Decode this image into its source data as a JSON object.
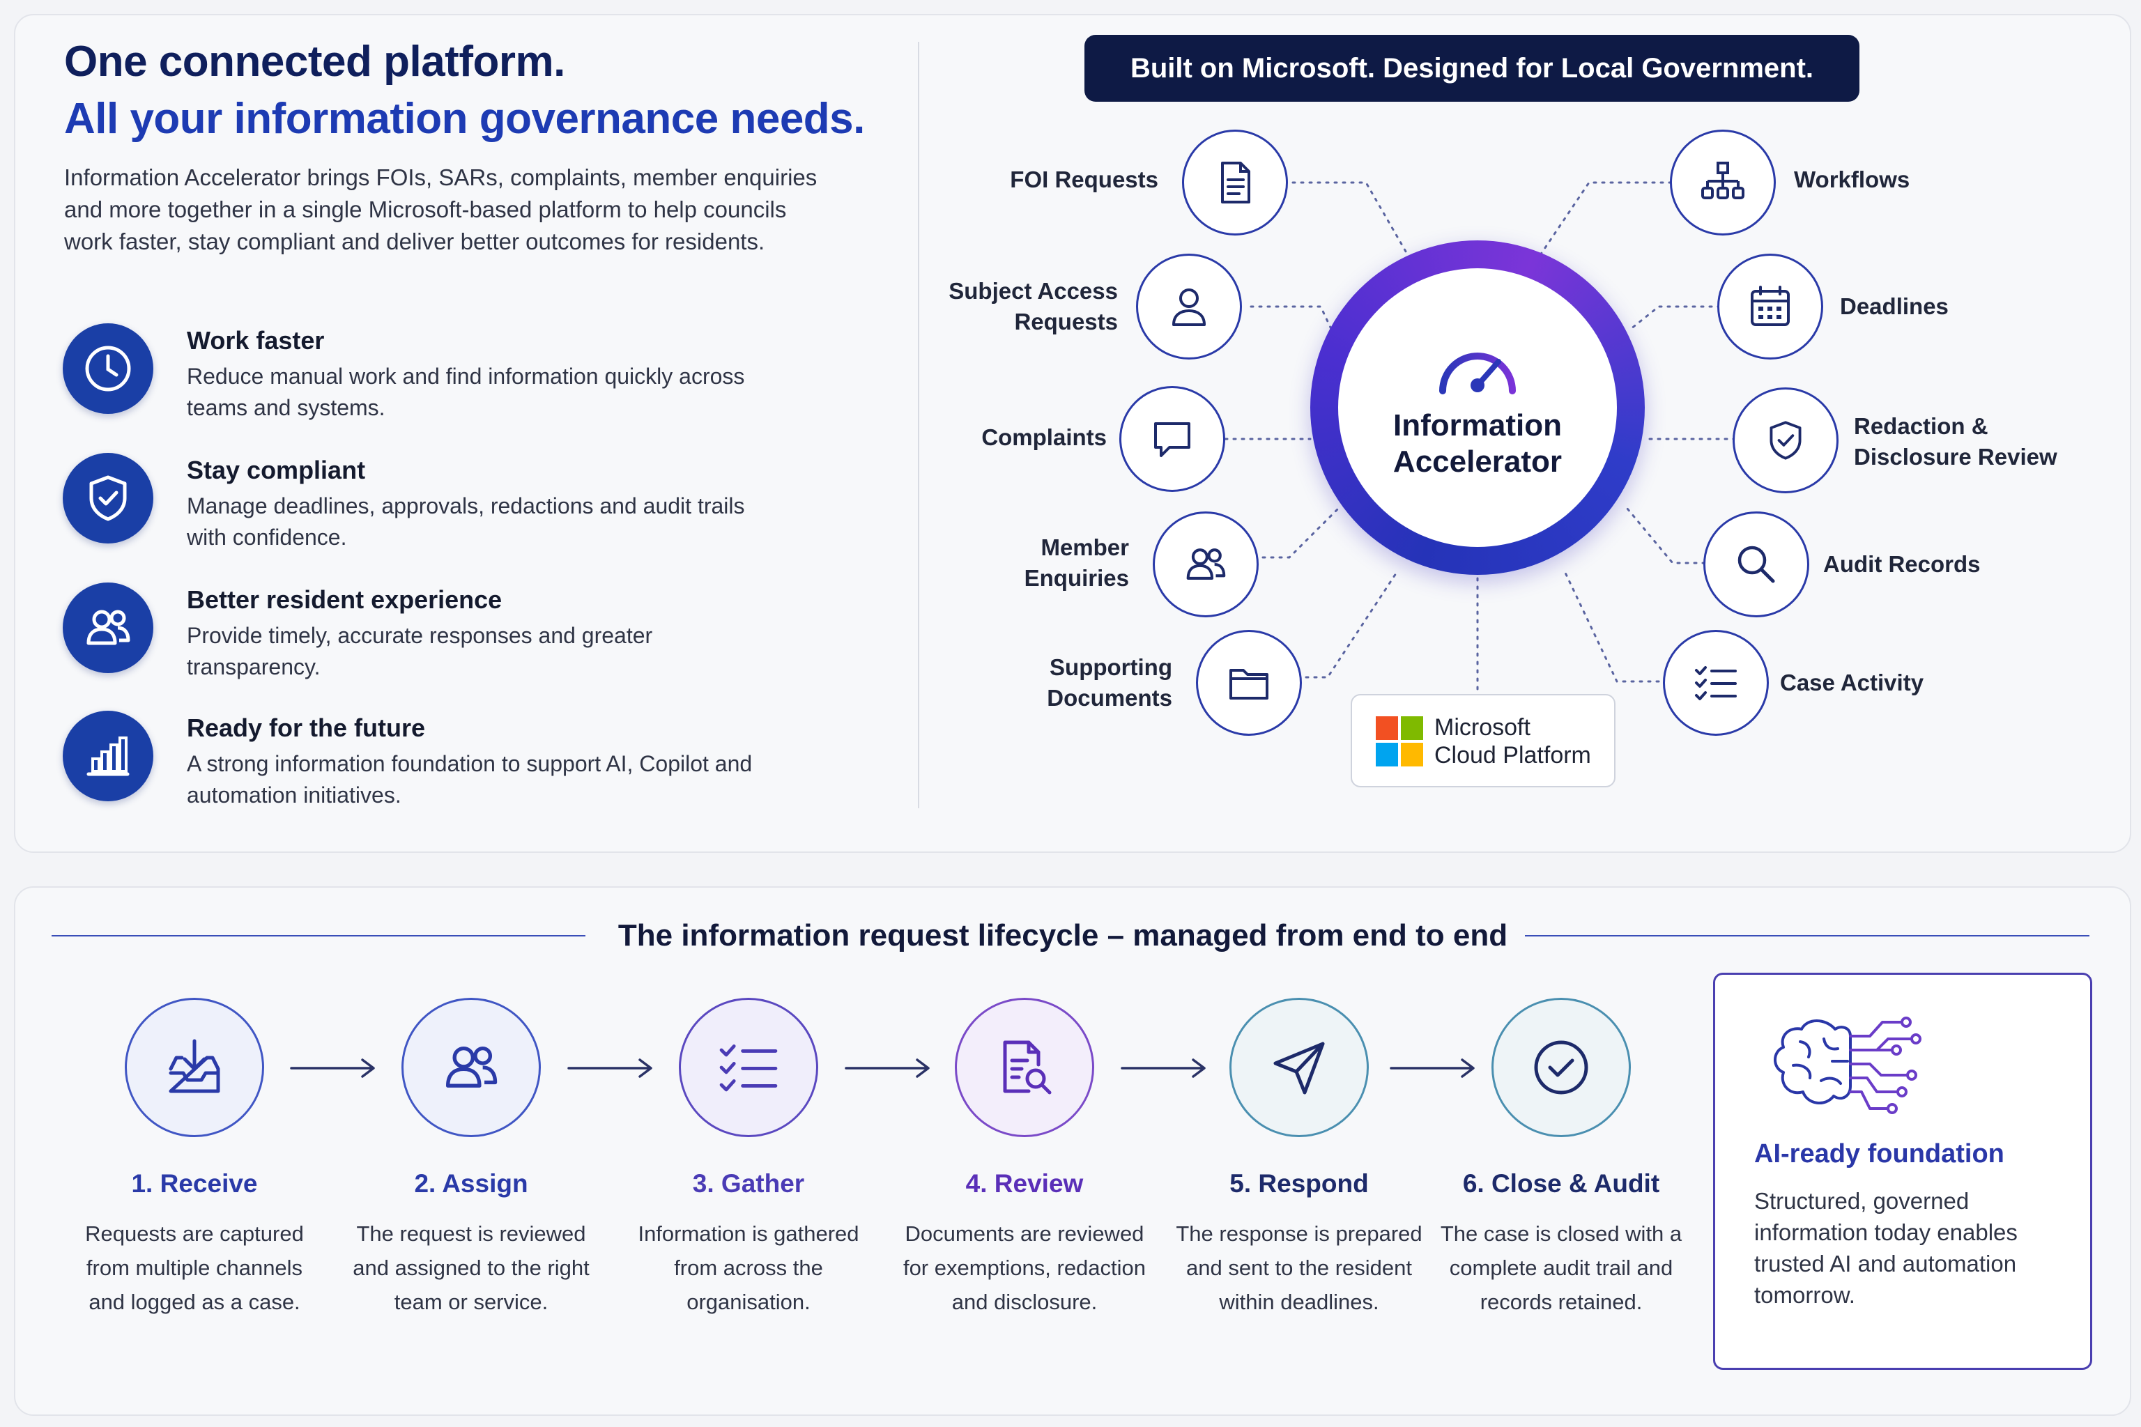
{
  "headline": {
    "line1": "One connected platform.",
    "line2": "All your information governance needs."
  },
  "intro": "Information Accelerator brings FOIs, SARs, complaints, member enquiries and more together in a single Microsoft-based platform to help councils work faster, stay compliant and deliver better outcomes for residents.",
  "benefits": [
    {
      "title": "Work faster",
      "text": "Reduce manual work and find information quickly across teams and systems.",
      "icon": "clock-icon"
    },
    {
      "title": "Stay compliant",
      "text": "Manage deadlines, approvals, redactions and audit trails with confidence.",
      "icon": "shield-check-icon"
    },
    {
      "title": "Better resident experience",
      "text": "Provide timely, accurate responses and greater transparency.",
      "icon": "people-icon"
    },
    {
      "title": "Ready for the future",
      "text": "A strong information foundation to support AI, Copilot and automation initiatives.",
      "icon": "bar-chart-icon"
    }
  ],
  "hub": {
    "banner": "Built on Microsoft. Designed for Local Government.",
    "title": "Information Accelerator",
    "left_nodes": [
      {
        "label": "FOI Requests",
        "icon": "document-icon"
      },
      {
        "label": "Subject Access Requests",
        "icon": "person-icon"
      },
      {
        "label": "Complaints",
        "icon": "speech-bubble-icon"
      },
      {
        "label": "Member Enquiries",
        "icon": "people-icon"
      },
      {
        "label": "Supporting Documents",
        "icon": "folder-icon"
      }
    ],
    "right_nodes": [
      {
        "label": "Workflows",
        "icon": "org-chart-icon"
      },
      {
        "label": "Deadlines",
        "icon": "calendar-icon"
      },
      {
        "label": "Redaction & Disclosure Review",
        "icon": "shield-check-icon"
      },
      {
        "label": "Audit Records",
        "icon": "magnifier-icon"
      },
      {
        "label": "Case Activity",
        "icon": "checklist-icon"
      }
    ],
    "microsoft_line1": "Microsoft",
    "microsoft_line2": "Cloud Platform",
    "ms_colors": [
      "#f25022",
      "#7fba00",
      "#00a4ef",
      "#ffb900"
    ]
  },
  "lifecycle": {
    "title": "The information request lifecycle – managed from end to end",
    "steps": [
      {
        "title": "1. Receive",
        "text": "Requests are captured from multiple channels and logged as a case.",
        "icon": "inbox-download-icon",
        "color": "#2a3aa8"
      },
      {
        "title": "2. Assign",
        "text": "The request is reviewed and assigned to the right team or service.",
        "icon": "people-icon",
        "color": "#2a3aa8"
      },
      {
        "title": "3. Gather",
        "text": "Information is gathered from across the organisation.",
        "icon": "checklist-icon",
        "color": "#4a3bb5"
      },
      {
        "title": "4. Review",
        "text": "Documents are reviewed for exemptions, redaction and disclosure.",
        "icon": "document-search-icon",
        "color": "#5a2fb8"
      },
      {
        "title": "5. Respond",
        "text": "The response is prepared and sent to the resident within deadlines.",
        "icon": "send-icon",
        "color": "#1d2a6a"
      },
      {
        "title": "6. Close & Audit",
        "text": "The case is closed with a complete audit trail and records retained.",
        "icon": "check-circle-icon",
        "color": "#1d2a6a"
      }
    ],
    "ai_card": {
      "title": "AI-ready foundation",
      "text": "Structured, governed information today enables trusted AI and automation tomorrow.",
      "icon": "brain-circuit-icon"
    }
  },
  "colors": {
    "navy": "#0e1a45",
    "brand_blue": "#1a3fa6",
    "accent_purple": "#5a2fb8"
  }
}
